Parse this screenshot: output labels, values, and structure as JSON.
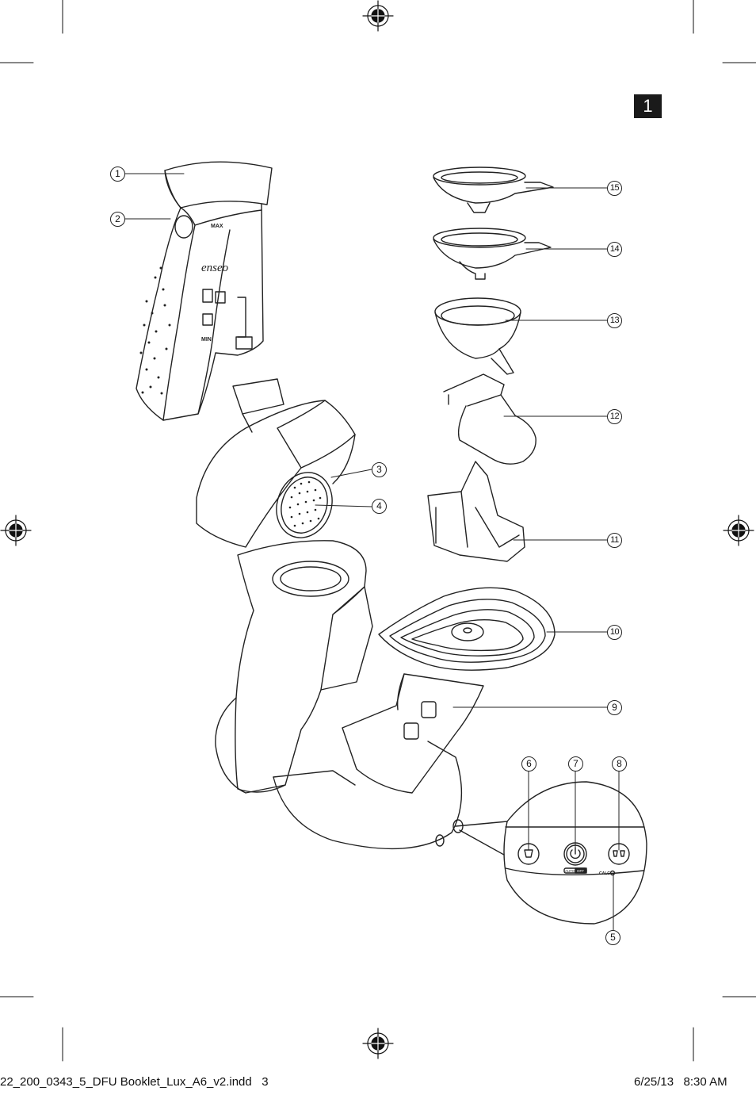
{
  "page_badge": "1",
  "tank_labels": {
    "max": "MAX",
    "min": "MIN",
    "brand": "enseo"
  },
  "panel_labels": {
    "auto": "AUTO",
    "off": "OFF",
    "calc": "CALC"
  },
  "callouts": [
    "1",
    "2",
    "3",
    "4",
    "5",
    "6",
    "7",
    "8",
    "9",
    "10",
    "11",
    "12",
    "13",
    "14",
    "15"
  ],
  "footer": {
    "left": "22_200_0343_5_DFU Booklet_Lux_A6_v2.indd   3",
    "right": "6/25/13   8:30 AM"
  }
}
